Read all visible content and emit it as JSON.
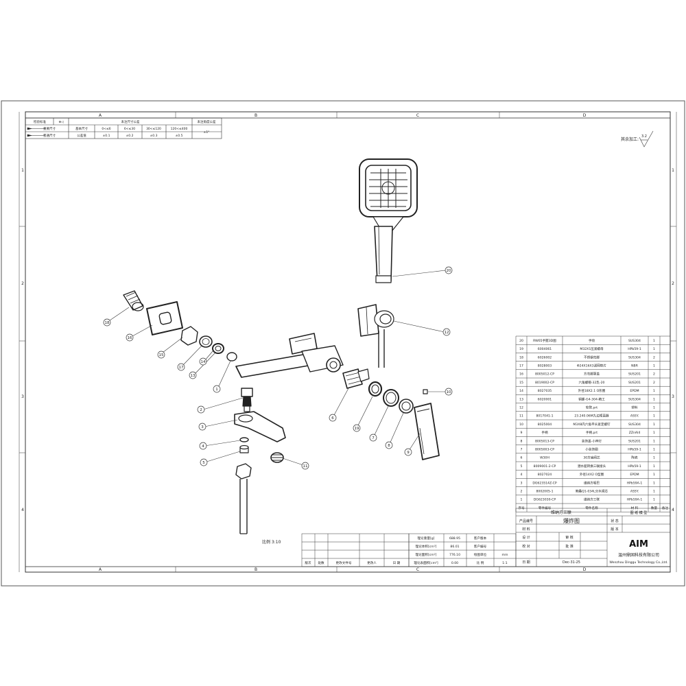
{
  "zones": {
    "cols": [
      "A",
      "B",
      "C",
      "D"
    ],
    "rows": [
      "1",
      "2",
      "3",
      "4"
    ]
  },
  "tolerance": {
    "top_left": "检验标准",
    "proj_symbol": "⊕◁",
    "header_linear": "未注尺寸公差",
    "header_angle": "未注角度公差",
    "row1_label": "重要尺寸",
    "row2_label": "普通尺寸",
    "row1_name": "基本尺寸",
    "row2_name": "公差值",
    "ranges": [
      "0<≤6",
      "6<≤30",
      "30<≤120",
      "120<≤400"
    ],
    "values": [
      "±0.1",
      "±0.2",
      "±0.3",
      "±0.5"
    ],
    "angle_value": "±1°"
  },
  "surface_note": {
    "label": "其余加工:",
    "symbol": "3.2"
  },
  "callouts": [
    "18",
    "16",
    "15",
    "17",
    "13",
    "14",
    "1",
    "2",
    "3",
    "4",
    "5",
    "20",
    "12",
    "6",
    "19",
    "7",
    "8",
    "9",
    "10",
    "11"
  ],
  "bom": [
    {
      "no": "20",
      "code": "RW65手握3D图",
      "name": "手喷",
      "material": "SUS304",
      "qty": "1"
    },
    {
      "no": "19",
      "code": "6004061",
      "name": "M32X1压紧螺母",
      "material": "HPb59-1",
      "qty": "1"
    },
    {
      "no": "18",
      "code": "6026002",
      "name": "不锈钢弯脚",
      "material": "SUS304",
      "qty": "2"
    },
    {
      "no": "17",
      "code": "8028003",
      "name": "Φ24X16X3滤网垫片",
      "material": "NBR",
      "qty": "1"
    },
    {
      "no": "16",
      "code": "8005012-CP",
      "name": "方弯脚罩盖",
      "material": "SUS201",
      "qty": "2"
    },
    {
      "no": "15",
      "code": "8019002-CP",
      "name": "六角螺帽-32乳-20",
      "material": "SUS201",
      "qty": "2"
    },
    {
      "no": "14",
      "code": "8027035",
      "name": "外径18X2.1 O形圈",
      "material": "EPDM",
      "qty": "1"
    },
    {
      "no": "13",
      "code": "6020001",
      "name": "铜螺-G4-304-精工",
      "material": "SUS304",
      "qty": "1"
    },
    {
      "no": "12",
      "code": "",
      "name": "软管.prt",
      "material": "塑料",
      "qty": "1"
    },
    {
      "no": "11",
      "code": "8017041-1",
      "name": "23.240.06M九边矩直器",
      "material": "ASSY.",
      "qty": "1"
    },
    {
      "no": "10",
      "code": "8025004",
      "name": "M3X8内六角平头紧定螺钉",
      "material": "SUS304",
      "qty": "1"
    },
    {
      "no": "9",
      "code": "手柄",
      "name": "手柄.prt",
      "material": "ZZnAl4",
      "qty": "1"
    },
    {
      "no": "8",
      "code": "8005013-CP",
      "name": "装饰盖-小神灯",
      "material": "SUS201",
      "qty": "1"
    },
    {
      "no": "7",
      "code": "8005003-CP",
      "name": "小装饰圈",
      "material": "HPb59-1",
      "qty": "1"
    },
    {
      "no": "6",
      "code": "W30H",
      "name": "30方扁阀芯",
      "material": "陶瓷",
      "qty": "1"
    },
    {
      "no": "5",
      "code": "8009001-2-CP",
      "name": "潜水艇转换三联接头",
      "material": "HPb59-1",
      "qty": "1"
    },
    {
      "no": "4",
      "code": "8027024",
      "name": "外径14X2 O型圈",
      "material": "EPDM",
      "qty": "1"
    },
    {
      "no": "3",
      "code": "DG623514Z-CP",
      "name": "维纳方咀巴",
      "material": "HPb59A-1",
      "qty": "1"
    },
    {
      "no": "2",
      "code": "8002005-1",
      "name": "鲍鑫Q1-034L分水阀芯",
      "material": "ASSY.",
      "qty": "1"
    },
    {
      "no": "1",
      "code": "DG623030-CP",
      "name": "维纳方三联",
      "material": "HPb59A-1",
      "qty": "1"
    }
  ],
  "bom_header": {
    "no": "序号",
    "code": "零件编号",
    "name": "零件名称",
    "material": "材 料",
    "qty": "数量",
    "note": "备注"
  },
  "title_block": {
    "product_name": "维纳方三联",
    "drawing_no_label": "图 纸 模 型",
    "product_code_label": "产品编号",
    "drawing_title": "爆炸图",
    "status_label": "状 态",
    "material_label": "材 料",
    "version_label": "版 本",
    "design_label": "设 计",
    "review_label": "审 核",
    "check_label": "校 对",
    "approve_label": "批 准",
    "date_label": "日 期",
    "date_value": "Dec-31-25",
    "logo": "AIM",
    "company_cn": "温州鼎固科技有限公司",
    "company_en": "Wenzhou Dinggu Technology Co.,Ltd."
  },
  "theory_block": {
    "weight_label": "理论重量[g]",
    "weight_value": "688.95",
    "volume_label": "理论体积[cm³]",
    "volume_value": "86.01",
    "area_label": "理论面积[cm²]",
    "area_value": "776.10",
    "surface_label": "理论表面积[cm²]",
    "surface_value": "0.00",
    "customer_version": "客户版本",
    "customer_code": "客户编号",
    "unit_label": "绘图单位",
    "unit_value": "mm",
    "scale_label": "比 例",
    "scale_value": "1:1"
  },
  "revision_block": {
    "cols": [
      "版次",
      "处数",
      "更改文件号",
      "更改人",
      "日 期"
    ]
  },
  "view_scale": "比例 3:10"
}
